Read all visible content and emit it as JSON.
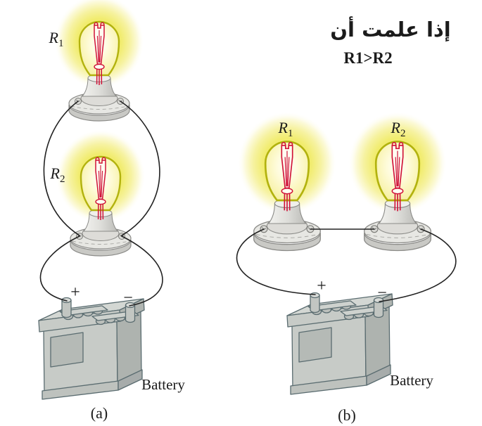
{
  "header": {
    "condition_arabic": "إذا علمت أن",
    "relation": "R1>R2"
  },
  "circuit_a": {
    "caption": "(a)",
    "battery_label": "Battery",
    "plus": "+",
    "minus": "−",
    "bulbs": [
      {
        "name": "R",
        "sub": "1"
      },
      {
        "name": "R",
        "sub": "2"
      }
    ]
  },
  "circuit_b": {
    "caption": "(b)",
    "battery_label": "Battery",
    "plus": "+",
    "minus": "−",
    "bulbs": [
      {
        "name": "R",
        "sub": "1"
      },
      {
        "name": "R",
        "sub": "2"
      }
    ]
  },
  "colors": {
    "glow_yellow": "#f1ec6e",
    "glass_outline": "#b2b20e",
    "filament_red": "#d01238",
    "socket_gray": "#e7e7e3",
    "battery_gray": "#c7cbc7",
    "battery_outline": "#5a6c70",
    "wire": "#222222"
  }
}
